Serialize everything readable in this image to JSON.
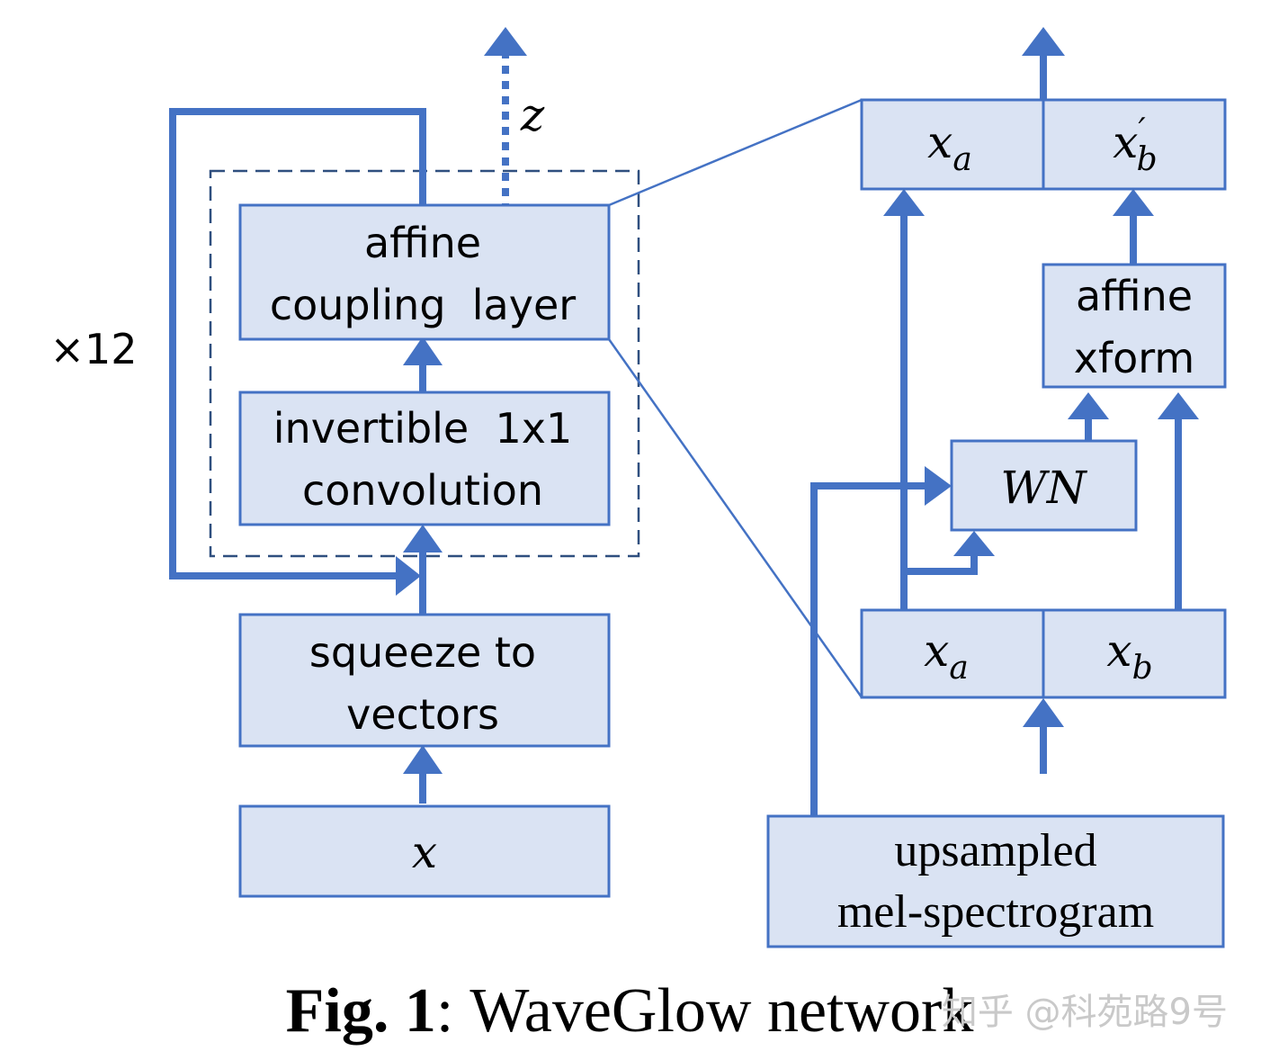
{
  "left": {
    "repeat": "×12",
    "z": "z",
    "coupling": [
      "affine",
      "coupling  layer"
    ],
    "invertible": [
      "invertible  1x1",
      "convolution"
    ],
    "squeeze": [
      "squeeze to",
      "vectors"
    ],
    "x": "x"
  },
  "right": {
    "xa_top": "x",
    "xa_top_sub": "a",
    "xb_prime": "x",
    "xb_prime_sup": "′",
    "xb_prime_sub": "b",
    "affine": [
      "affine",
      "xform"
    ],
    "wn": "WN",
    "xa_bottom": "x",
    "xa_bottom_sub": "a",
    "xb_bottom": "x",
    "xb_bottom_sub": "b",
    "mel": [
      "upsampled",
      "mel-spectrogram"
    ]
  },
  "caption": {
    "label": "Fig. 1",
    "colon": ":",
    "title": "WaveGlow network"
  },
  "watermark": "知乎 @科苑路9号",
  "colors": {
    "line": "#4472c4",
    "fill": "#dae3f3"
  }
}
